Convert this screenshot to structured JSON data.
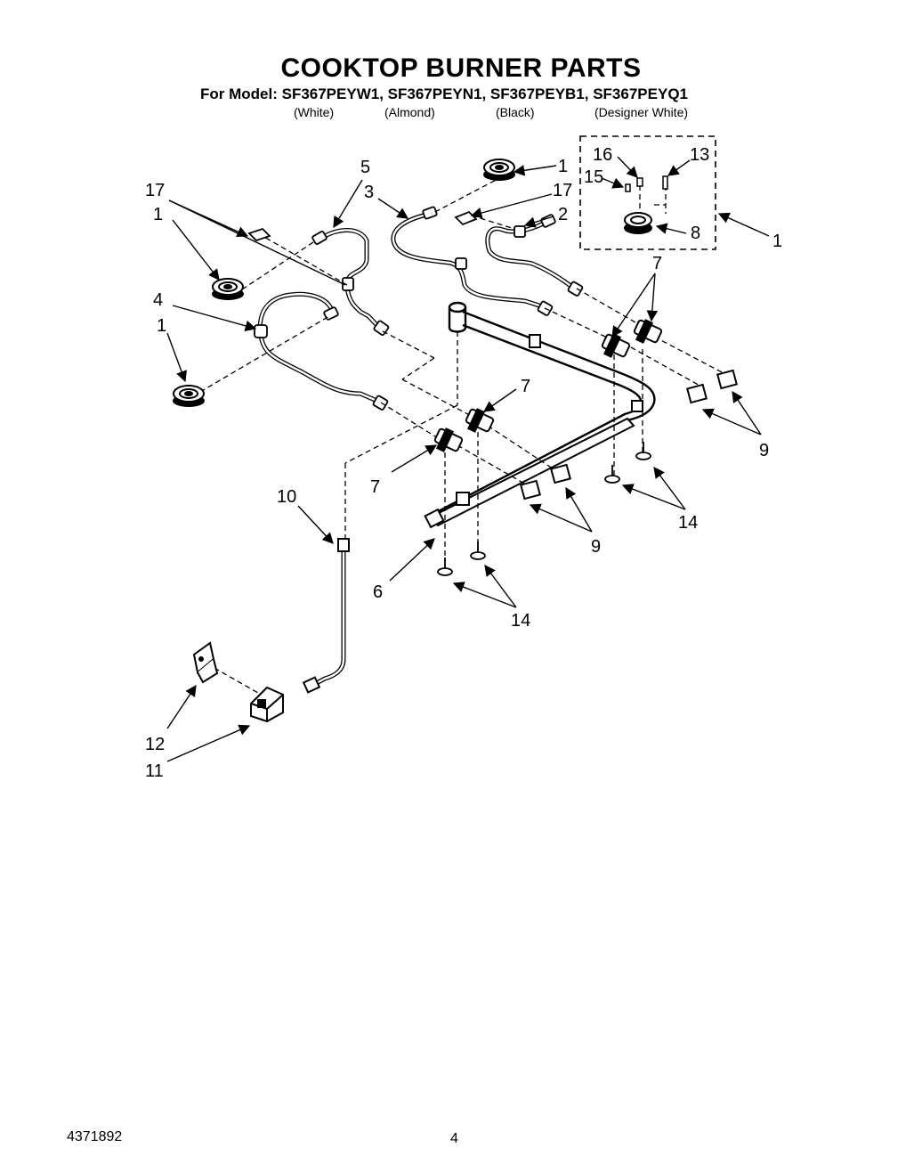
{
  "title": "COOKTOP BURNER PARTS",
  "model_line": "For Model: SF367PEYW1, SF367PEYN1, SF367PEYB1, SF367PEYQ1",
  "variants": [
    "(White)",
    "(Almond)",
    "(Black)",
    "(Designer White)"
  ],
  "callouts": {
    "burner_front_left": "1",
    "burner_rear_left": "1",
    "burner_rear_right": "1",
    "burner_box": "1",
    "tube_2": "2",
    "tube_3": "3",
    "tube_4": "4",
    "tube_5": "5",
    "manifold": "6",
    "valve_right_upper": "7",
    "valve_center": "7",
    "valve_left": "7",
    "base_8": "8",
    "knob_right": "9",
    "knob_left": "9",
    "gas_line": "10",
    "regulator": "11",
    "bracket": "12",
    "part_13": "13",
    "screw_right": "14",
    "screw_left": "14",
    "part_15": "15",
    "part_16": "16",
    "clip_left": "17",
    "clip_right": "17"
  },
  "footer": {
    "doc_number": "4371892",
    "page_number": "4"
  }
}
